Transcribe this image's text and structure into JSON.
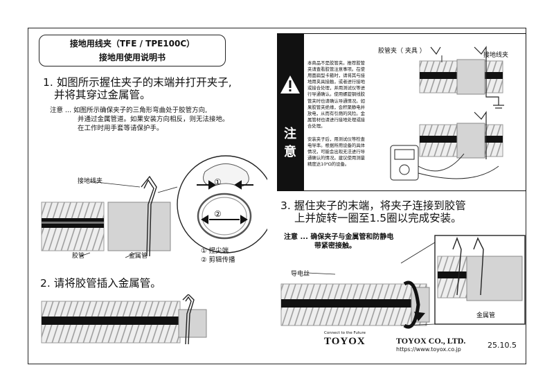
{
  "header": {
    "title_line1": "接地用线夹（TFE / TPE100C）",
    "title_line2": "接地用使用说明书"
  },
  "step1": {
    "text_line1": "1. 如图所示握住夹子的末端并打开夹子,",
    "text_line2": "并将其穿过金属管。",
    "note_prefix": "注意 ...",
    "note_line1": "如图所示确保夹子的三角形弯曲处于胶管方向,",
    "note_line2": "并通过金属管道。如果安装方向相反，则无法接地。",
    "note_line3": "在工作时用手套等请保护手。",
    "label_clip": "接地线夹",
    "label_hose": "胶管",
    "label_metal": "金属管",
    "circle_mark1": "①",
    "circle_mark2": "②",
    "legend1": "① 捏尖端",
    "legend2": "② 剪辑传播"
  },
  "step2": {
    "text": "2. 请将胶管插入金属管。"
  },
  "caution": {
    "label_chars": [
      "注",
      "意"
    ],
    "paragraph1": [
      "本商品不是胶管夹。推荐胶管",
      "夹请查看胶管注意事项。在使",
      "用面扁型卡箍时，请将其与接",
      "地用夹具接触，或者进行接地",
      "或接合处理，并用测试仪等进",
      "行导通确认。使用螺旋钢线胶",
      "管夹时也请确认导通情况。如",
      "果胶管夹绝缘，会积聚静电并",
      "放电，从而有引燃的风险。金",
      "属管材也请进行接地处理或接",
      "合处理。"
    ],
    "paragraph2": [
      "安装夹子后，用测试仪等检查",
      "电导率。根据所用设备的具体",
      "情况，可能会出现无法进行导",
      "通确认的情况。建议使用测量",
      "精度达10⁶Ω的设备。"
    ],
    "label_hose_clamp": "胶管夹（ 夹具 ）",
    "label_ground_clip": "接地线夹"
  },
  "step3": {
    "text_line1": "3. 握住夹子的末端，将夹子连接到胶管",
    "text_line2": "上并旋转一圈至1.5圈以完成安装。",
    "note_prefix": "注意 ...",
    "note_line1": "确保夹子与金属管和防静电",
    "note_line2": "带紧密接触。",
    "label_wire": "导电丝",
    "label_metal": "金属管"
  },
  "footer": {
    "tagline": "Connect to the Future",
    "logo": "TOYOX",
    "company": "TOYOX CO., LTD.",
    "url": "https://www.toyox.co.jp",
    "date": "25.10.5"
  },
  "colors": {
    "hose_stripe": "#111111",
    "hose_body": "#e6e6e6",
    "metal": "#d4d4d4",
    "caution_bar": "#111111"
  }
}
